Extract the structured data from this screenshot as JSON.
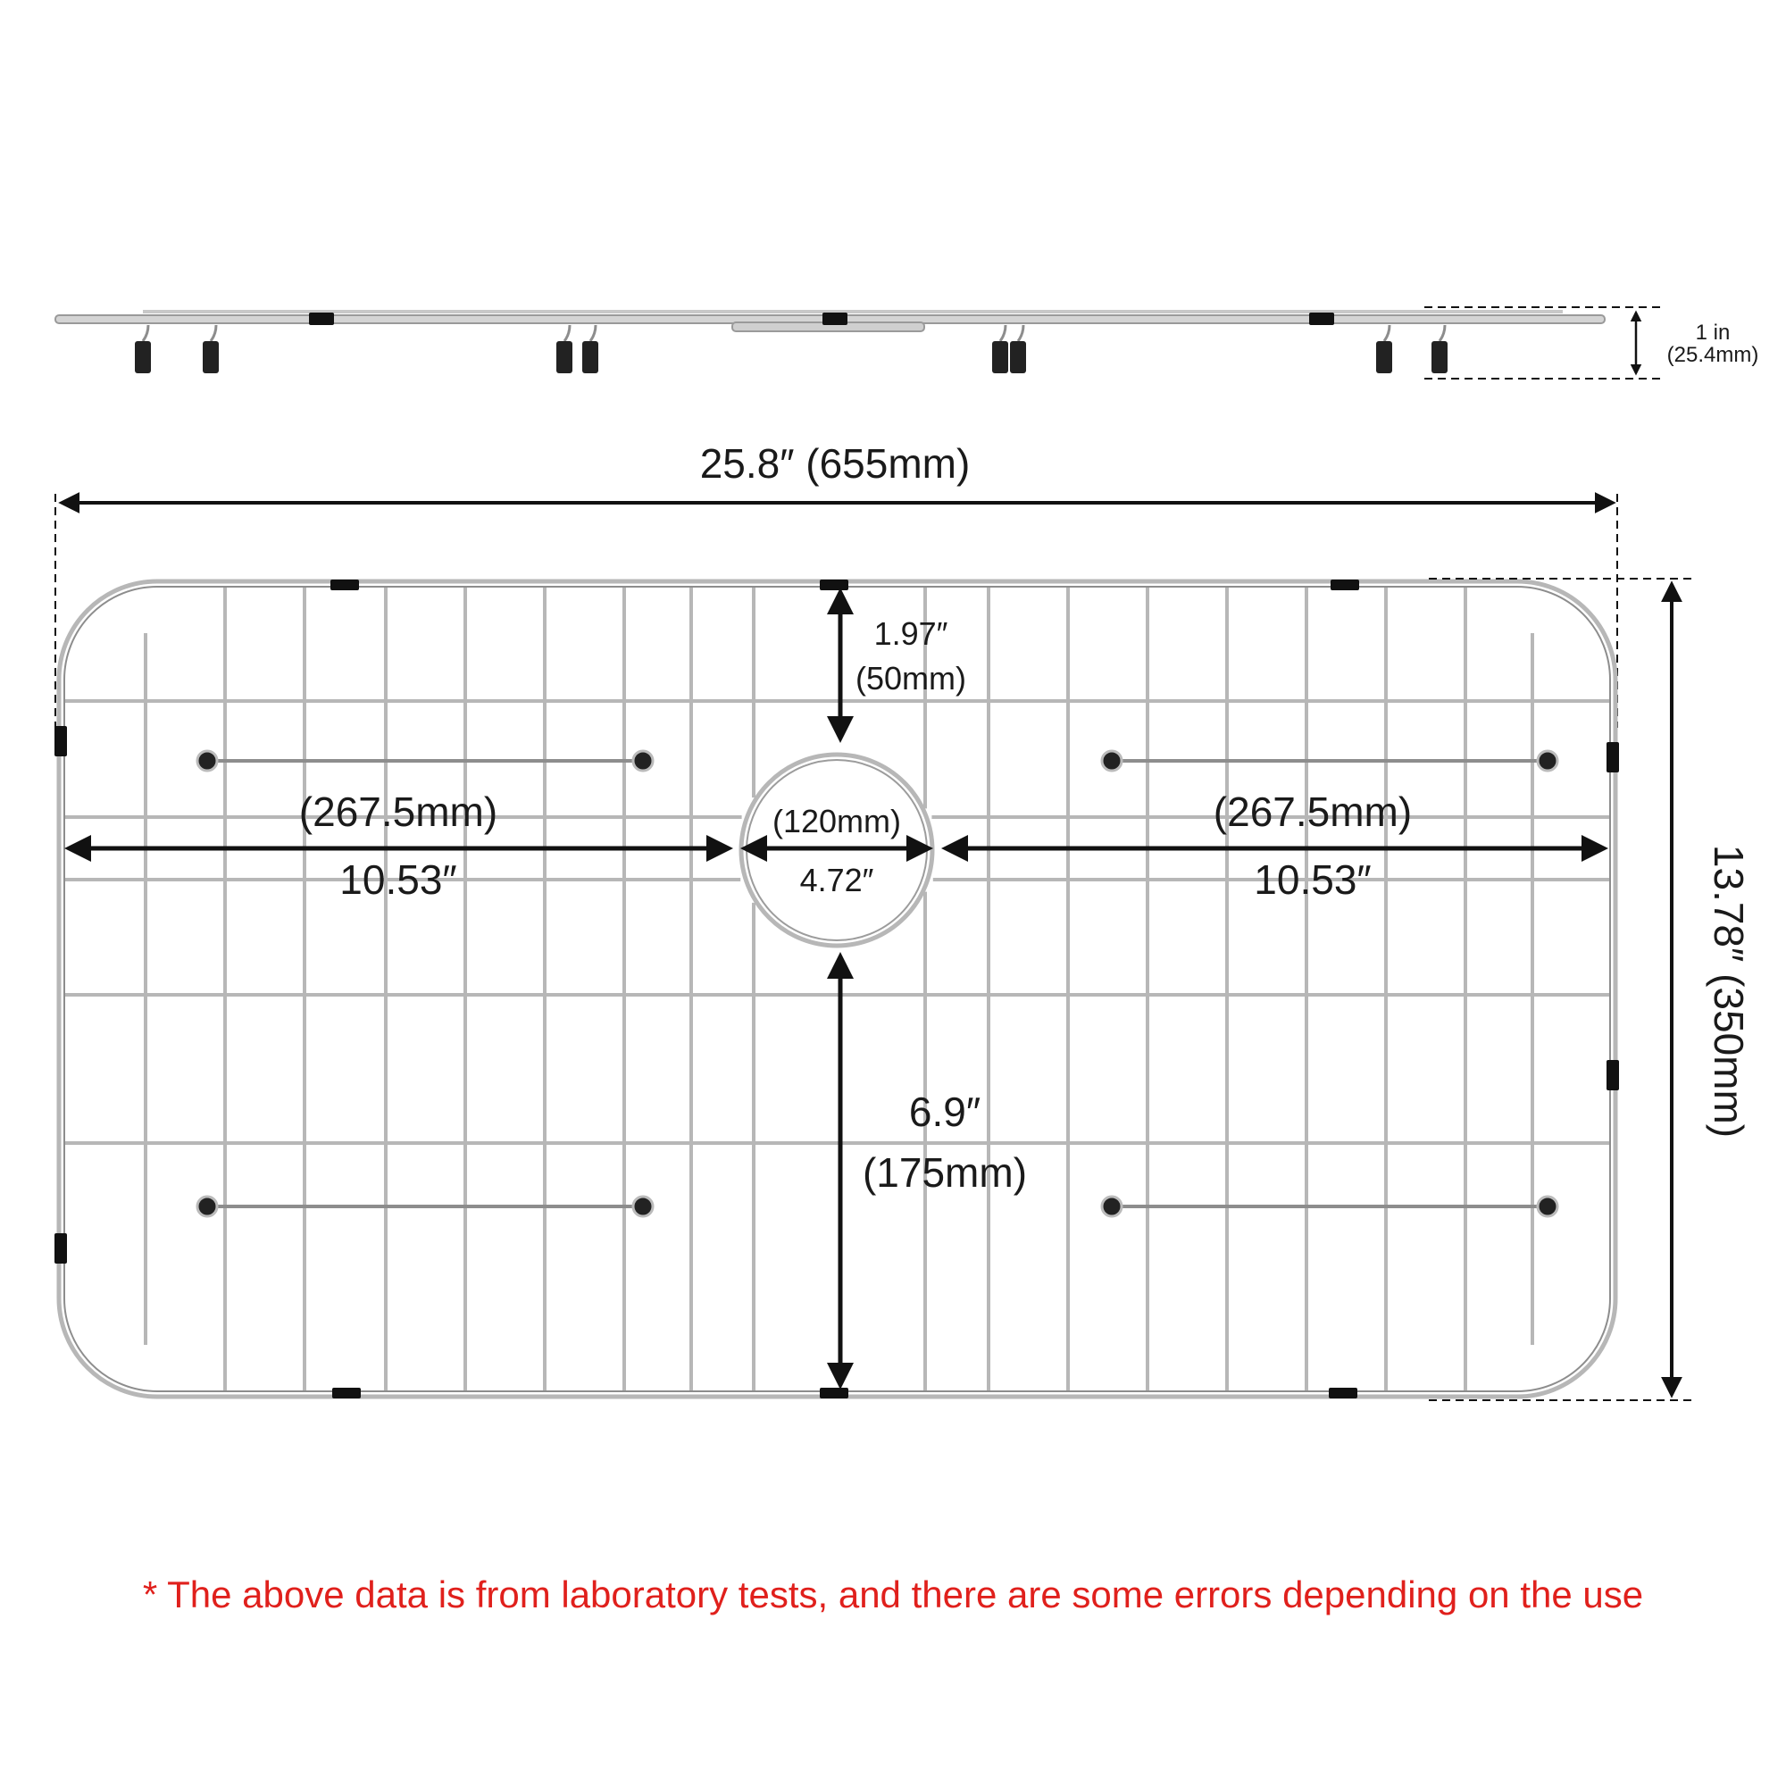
{
  "dimensions": {
    "height_in": "1 in",
    "height_mm": "(25.4mm)",
    "width_total": "25.8″ (655mm)",
    "depth_total": "13.78″ (350mm)",
    "top_gap_in": "1.97″",
    "top_gap_mm": "(50mm)",
    "left_span_mm": "(267.5mm)",
    "left_span_in": "10.53″",
    "right_span_mm": "(267.5mm)",
    "right_span_in": "10.53″",
    "drain_mm": "(120mm)",
    "drain_in": "4.72″",
    "bottom_gap_in": "6.9″",
    "bottom_gap_mm": "(175mm)"
  },
  "footnote": "* The above data is from laboratory tests, and there are some errors depending on the use",
  "colors": {
    "wire": "#b7b7b7",
    "wire_dark": "#8d8d8d",
    "clip": "#111111",
    "foot": "#222222",
    "dimension": "#111111",
    "footnote": "#e0201c"
  }
}
